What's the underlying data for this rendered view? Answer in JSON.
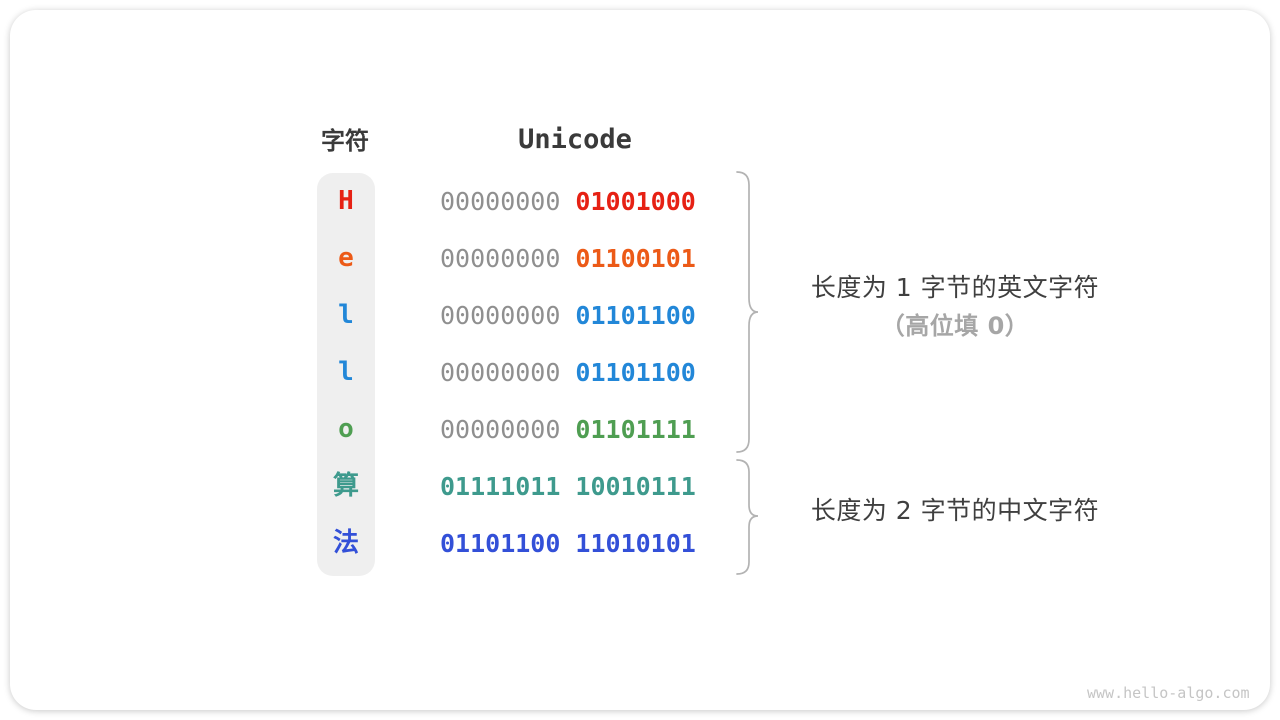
{
  "header": {
    "char_column": "字符",
    "unicode_column": "Unicode"
  },
  "rows": [
    {
      "char": "H",
      "byte_high": "00000000",
      "byte_low": "01001000",
      "color": "#e62114"
    },
    {
      "char": "e",
      "byte_high": "00000000",
      "byte_low": "01100101",
      "color": "#ec5a17"
    },
    {
      "char": "l",
      "byte_high": "00000000",
      "byte_low": "01101100",
      "color": "#2287d8"
    },
    {
      "char": "l",
      "byte_high": "00000000",
      "byte_low": "01101100",
      "color": "#2287d8"
    },
    {
      "char": "o",
      "byte_high": "00000000",
      "byte_low": "01101111",
      "color": "#4f9e52"
    },
    {
      "char": "算",
      "byte_high": "01111011",
      "byte_low": "10010111",
      "color": "#3e9a8d"
    },
    {
      "char": "法",
      "byte_high": "01101100",
      "byte_low": "11010101",
      "color": "#3350d8"
    }
  ],
  "annotations": {
    "english_group": {
      "line1": "长度为 1 字节的英文字符",
      "line2": "（高位填 0）"
    },
    "chinese_group": {
      "line1": "长度为 2 字节的中文字符"
    }
  },
  "watermark": "www.hello-algo.com",
  "colors": {
    "high_byte_gray": "#8f8f8f",
    "header_text": "#3a3a3a",
    "brace": "#b3b3b3",
    "char_pill_bg": "#efefef",
    "annotation_dark": "#3f3f3f",
    "annotation_light": "#a6a6a6",
    "watermark_gray": "#c5c5c5"
  }
}
